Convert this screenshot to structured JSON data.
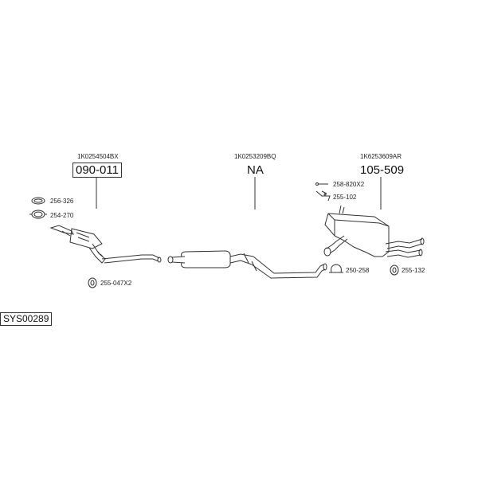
{
  "groups": [
    {
      "oem": "1K0254504BX",
      "part": "090-011",
      "boxed": true
    },
    {
      "oem": "1K0253209BQ",
      "part": "NA",
      "boxed": false
    },
    {
      "oem": "1K6253609AR",
      "part": "105-509",
      "boxed": false
    }
  ],
  "fittings": [
    {
      "label": "256-326",
      "icon": "gasket-ring-icon"
    },
    {
      "label": "254-270",
      "icon": "clamp-ring-icon"
    },
    {
      "label": "255-047X2",
      "icon": "rubber-mount-icon"
    },
    {
      "label": "258-820X2",
      "icon": "bolt-icon"
    },
    {
      "label": "255-102",
      "icon": "hanger-bracket-icon"
    },
    {
      "label": "250-258",
      "icon": "pipe-clamp-icon"
    },
    {
      "label": "255-132",
      "icon": "rubber-mount-icon"
    }
  ],
  "system_code": "SYS00289",
  "colors": {
    "line": "#333333",
    "text": "#111111",
    "background": "#ffffff"
  }
}
